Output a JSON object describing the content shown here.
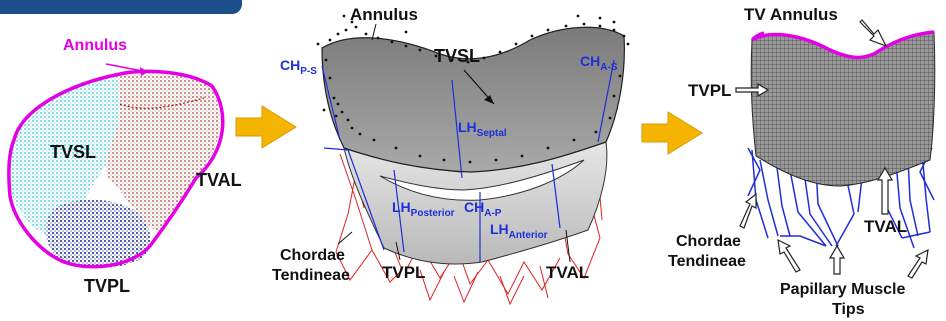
{
  "colors": {
    "annulus": "#e400e4",
    "measure": "#1f2fd8",
    "chordae": "#e02020",
    "arrow": "#f4b400",
    "leaflet_gray": "#8a8a8a",
    "header_blue": "#1d4e8c"
  },
  "left": {
    "annulus": "Annulus",
    "tvsl": "TVSL",
    "tval": "TVAL",
    "tvpl": "TVPL"
  },
  "middle": {
    "annulus": "Annulus",
    "tvsl": "TVSL",
    "ch_ps": "CH",
    "ch_ps_sub": "P-S",
    "ch_as": "CH",
    "ch_as_sub": "A-S",
    "lh_septal": "LH",
    "lh_septal_sub": "Septal",
    "lh_posterior": "LH",
    "lh_posterior_sub": "Posterior",
    "ch_ap": "CH",
    "ch_ap_sub": "A-P",
    "lh_anterior": "LH",
    "lh_anterior_sub": "Anterior",
    "chordae_1": "Chordae",
    "chordae_2": "Tendineae",
    "tvpl": "TVPL",
    "tval": "TVAL"
  },
  "right": {
    "tv_annulus": "TV Annulus",
    "tvpl": "TVPL",
    "chordae_1": "Chordae",
    "chordae_2": "Tendineae",
    "papillary_1": "Papillary Muscle",
    "papillary_2": "Tips",
    "tval": "TVAL"
  }
}
